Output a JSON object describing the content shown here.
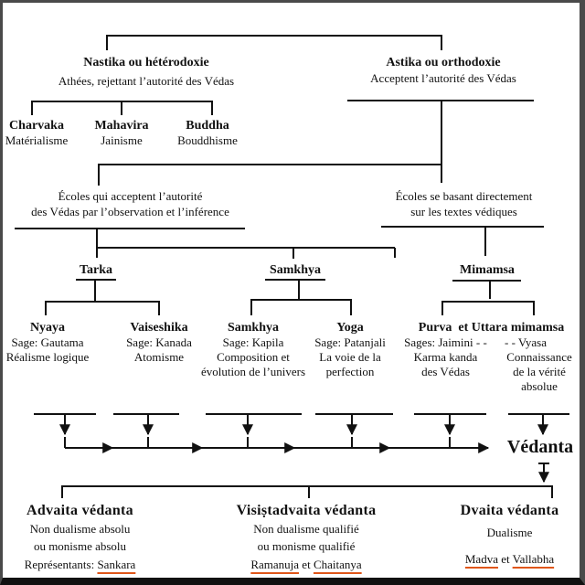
{
  "diagram": {
    "type": "tree",
    "accent_underline_color": "#e0561a",
    "nastika": {
      "title": "Nastika ou hétérodoxie",
      "subtitle": "Athées, rejettant l’autorité des Védas",
      "children": [
        {
          "title": "Charvaka",
          "desc": "Matérialisme"
        },
        {
          "title": "Mahavira",
          "desc": "Jainisme"
        },
        {
          "title": "Buddha",
          "desc": "Bouddhisme"
        }
      ]
    },
    "astika": {
      "title": "Astika ou orthodoxie",
      "subtitle": "Acceptent l’autorité des Védas"
    },
    "ecoles_inference": {
      "line1": "Écoles qui acceptent l’autorité",
      "line2": "des Védas par l’observation et l’inférence"
    },
    "ecoles_textes": {
      "line1": "Écoles se basant directement",
      "line2": "sur les textes védiques"
    },
    "groups": {
      "tarka": "Tarka",
      "samkhya": "Samkhya",
      "mimamsa": "Mimamsa"
    },
    "schools": {
      "nyaya": {
        "title": "Nyaya",
        "sage": "Sage: Gautama",
        "desc": [
          "Réalisme logique"
        ]
      },
      "vaiseshika": {
        "title": "Vaiseshika",
        "sage": "Sage: Kanada",
        "desc": [
          "Atomisme"
        ]
      },
      "samkhya": {
        "title": "Samkhya",
        "sage": "Sage: Kapila",
        "desc": [
          "Composition et",
          "évolution de l’univers"
        ]
      },
      "yoga": {
        "title": "Yoga",
        "sage": "Sage: Patanjali",
        "desc": [
          "La voie de la",
          "perfection"
        ]
      },
      "mimamsa_title": "Purva  et Uttara mimamsa",
      "purva": {
        "sage": "Sages: Jaimini - -",
        "desc": [
          "Karma kanda",
          "des Védas"
        ]
      },
      "uttara": {
        "sage": "- - Vyasa",
        "desc": [
          "Connaissance",
          "de la vérité",
          "absolue"
        ]
      }
    },
    "vedanta": "Védanta",
    "vedanta_branches": [
      {
        "title": "Advaita védanta",
        "desc": [
          "Non dualisme absolu",
          "ou monisme absolu"
        ],
        "rep_label": "Représentants:",
        "reps": [
          "Sankara"
        ],
        "joiner": ""
      },
      {
        "title": "Visiṣtadvaita védanta",
        "desc": [
          "Non dualisme qualifié",
          "ou monisme qualifié"
        ],
        "rep_label": "",
        "reps": [
          "Ramanuja",
          "Chaitanya"
        ],
        "joiner": "et"
      },
      {
        "title": "Dvaita védanta",
        "desc": [
          "Dualisme"
        ],
        "rep_label": "",
        "reps": [
          "Madva",
          "Vallabha"
        ],
        "joiner": "et"
      }
    ]
  }
}
